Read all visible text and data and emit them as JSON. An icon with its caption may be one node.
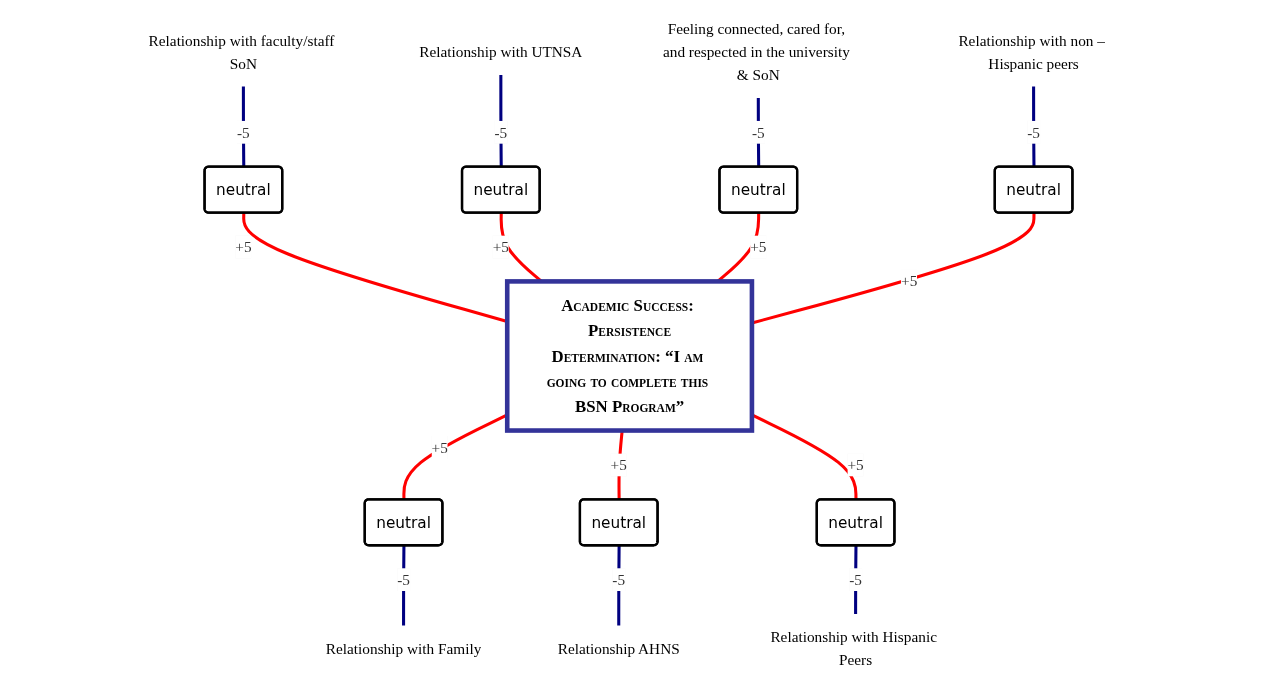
{
  "diagram": {
    "nodes": [
      {
        "text": [
          "Relationship with faculty/staff SoN"
        ]
      },
      {
        "text": [
          "Relationship with UTNSA"
        ]
      },
      {
        "text": [
          "Feeling connected, cared for, and respected in the university & SoN"
        ]
      },
      {
        "text": [
          "Relationship with non – Hispanic peers"
        ]
      },
      {
        "text": [
          "neutral"
        ]
      },
      {
        "text": [
          "neutral"
        ]
      },
      {
        "text": [
          "neutral"
        ]
      },
      {
        "text": [
          "neutral"
        ]
      },
      {
        "text": [
          "Academic Success: Persistence",
          "Determination: “I am going to complete this BSN Program”"
        ]
      },
      {
        "text": [
          "neutral"
        ]
      },
      {
        "text": [
          "neutral"
        ]
      },
      {
        "text": [
          "neutral"
        ]
      },
      {
        "text": [
          "Relationship with Family"
        ]
      },
      {
        "text": [
          "Relationship AHNS"
        ]
      },
      {
        "text": [
          "Relationship with Hispanic Peers"
        ]
      }
    ],
    "edges": [
      {
        "from": 0,
        "to": 4,
        "arrow": "none",
        "label": "-5",
        "color": "#000080"
      },
      {
        "from": 1,
        "to": 5,
        "arrow": "none",
        "label": "-5",
        "color": "#000080"
      },
      {
        "from": 2,
        "to": 6,
        "arrow": "none",
        "label": "-5",
        "color": "#000080"
      },
      {
        "from": 3,
        "to": 7,
        "arrow": "none",
        "label": "-5",
        "color": "#000080"
      },
      {
        "from": 4,
        "to": 8,
        "arrow": "none",
        "label": "+5",
        "color": "#ff0000"
      },
      {
        "from": 5,
        "to": 8,
        "arrow": "none",
        "label": "+5",
        "color": "#ff0000"
      },
      {
        "from": 6,
        "to": 8,
        "arrow": "none",
        "label": "+5",
        "color": "#ff0000"
      },
      {
        "from": 7,
        "to": 8,
        "arrow": "none",
        "label": "+5",
        "color": "#ff0000"
      },
      {
        "from": 8,
        "to": 9,
        "arrow": "none",
        "label": "+5",
        "color": "#ff0000"
      },
      {
        "from": 8,
        "to": 10,
        "arrow": "none",
        "label": "+5",
        "color": "#ff0000"
      },
      {
        "from": 8,
        "to": 11,
        "arrow": "none",
        "label": "+5",
        "color": "#ff0000"
      },
      {
        "from": 9,
        "to": 12,
        "arrow": "none",
        "label": "-5",
        "color": "#000080"
      },
      {
        "from": 10,
        "to": 13,
        "arrow": "none",
        "label": "-5",
        "color": "#000080"
      },
      {
        "from": 11,
        "to": 14,
        "arrow": "none",
        "label": "-5",
        "color": "#000080"
      }
    ]
  }
}
